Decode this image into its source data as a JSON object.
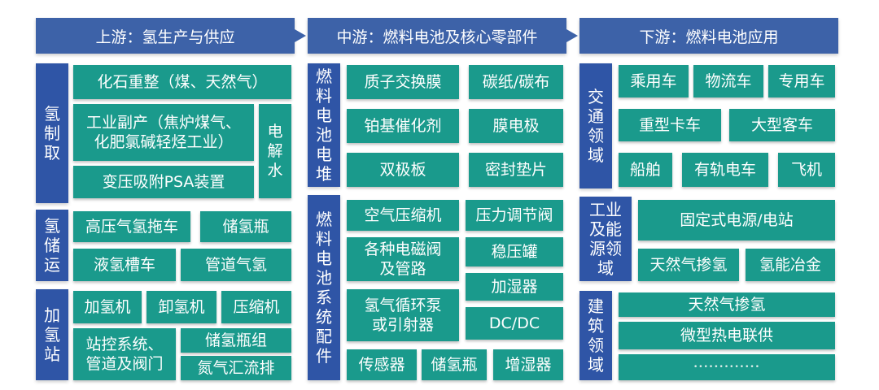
{
  "headers": {
    "upstream": "上游：氢生产与供应",
    "midstream": "中游：燃料电池及核心零部件",
    "downstream": "下游：燃料电池应用"
  },
  "categories": {
    "h2_production": "氢\n制\n取",
    "h2_storage": "氢\n储\n运",
    "h2_station": "加\n氢\n站",
    "fc_stack": "燃\n料\n电\n池\n电\n堆",
    "fc_system": "燃\n料\n电\n池\n系\n统\n配\n件",
    "transport": "交\n通\n领\n域",
    "industry": "工业\n及能\n源领\n域",
    "building": "建\n筑\n领\n域",
    "electrolysis": "电\n解\n水"
  },
  "upstream": {
    "fossil": "化石重整（煤、天然气）",
    "byproduct": "工业副产（焦炉煤气、\n化肥氯碱轻烃工业）",
    "psa": "变压吸附PSA装置",
    "tube_trailer": "高压气氢拖车",
    "cylinder": "储氢瓶",
    "liquid_tank": "液氢槽车",
    "pipeline": "管道气氢",
    "dispenser": "加氢机",
    "unloader": "卸氢机",
    "compressor": "压缩机",
    "control": "站控系统、\n管道及阀门",
    "cylinder_group": "储氢瓶组",
    "manifold": "氮气汇流排"
  },
  "midstream": {
    "pem": "质子交换膜",
    "carbon_paper": "碳纸/碳布",
    "catalyst": "铂基催化剂",
    "mea": "膜电极",
    "bipolar": "双极板",
    "gasket": "密封垫片",
    "air_comp": "空气压缩机",
    "pressure_valve": "压力调节阀",
    "solenoid": "各种电磁阀\n及管路",
    "surge_tank": "稳压罐",
    "humidifier": "加湿器",
    "h2_pump": "氢气循环泵\n或引射器",
    "dcdc": "DC/DC",
    "sensor": "传感器",
    "h2_cyl": "储氢瓶",
    "humidifier2": "增湿器"
  },
  "downstream": {
    "passenger": "乘用车",
    "logistics": "物流车",
    "special": "专用车",
    "truck": "重型卡车",
    "bus": "大型客车",
    "ship": "船舶",
    "rail": "有轨电车",
    "plane": "飞机",
    "stationary": "固定式电源/电站",
    "ng_blend": "天然气掺氢",
    "metallurgy": "氢能冶金",
    "ng_blend2": "天然气掺氢",
    "chp": "微型热电联供",
    "tiny": "•••••••••••••"
  }
}
